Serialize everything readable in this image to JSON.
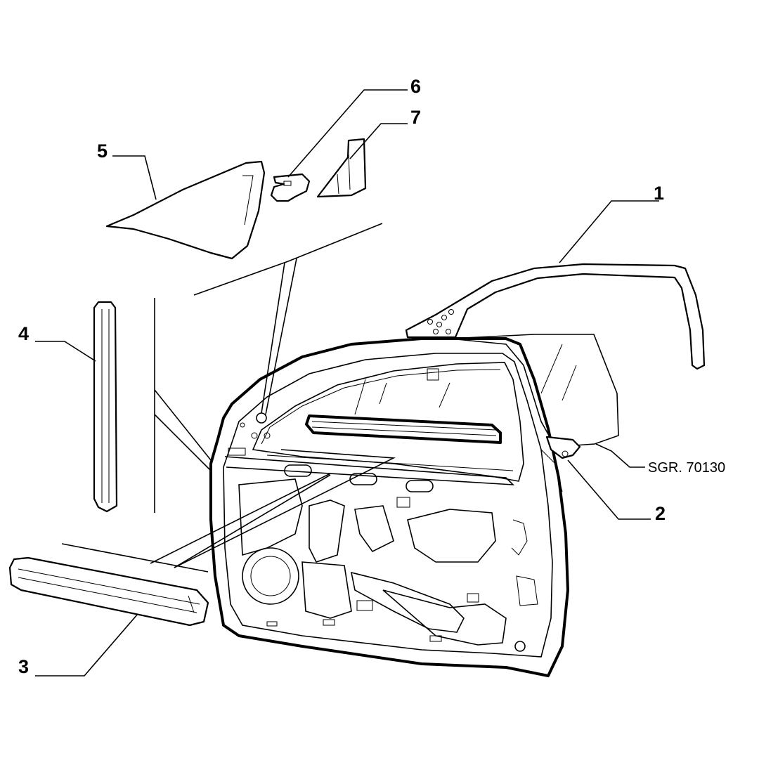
{
  "callouts": {
    "c1": "1",
    "c2": "2",
    "c3": "3",
    "c4": "4",
    "c5": "5",
    "c6": "6",
    "c7": "7",
    "ref": "SGR. 70130"
  }
}
